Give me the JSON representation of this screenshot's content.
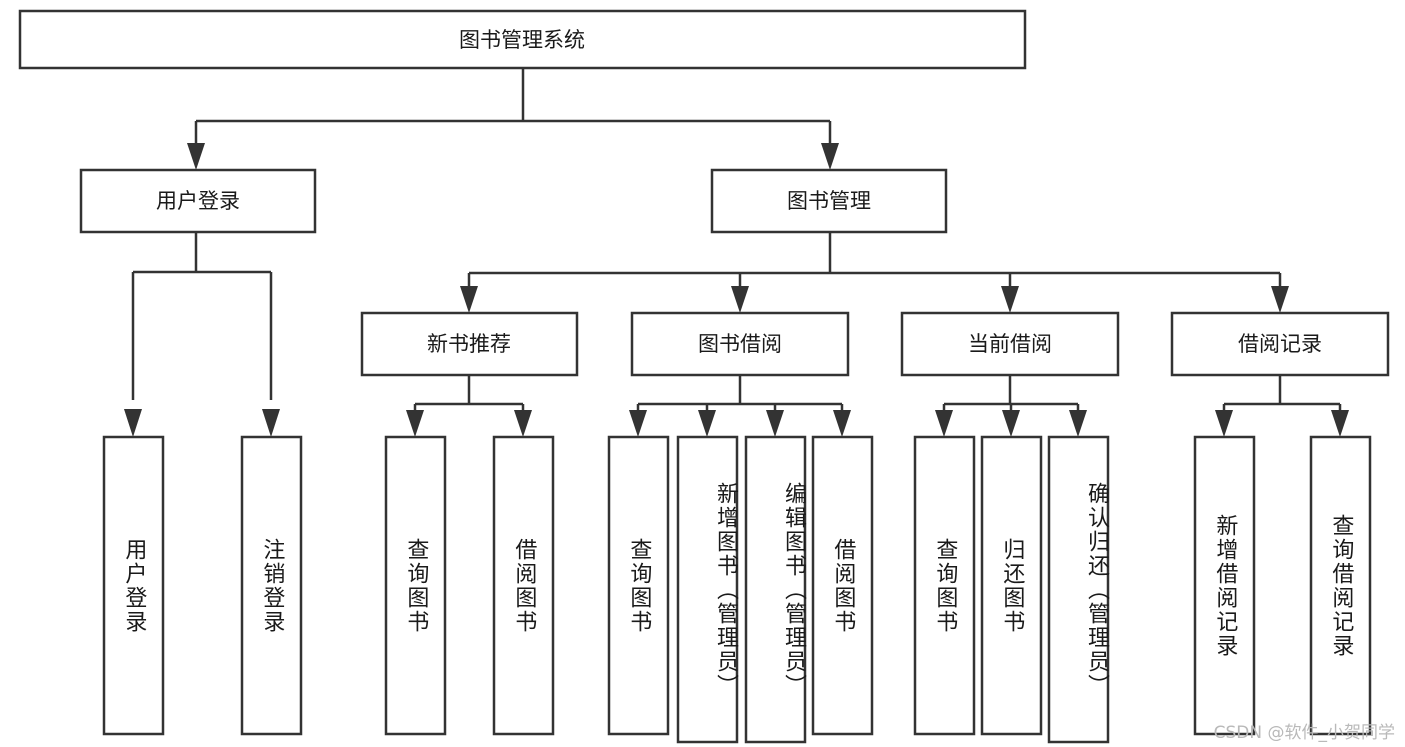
{
  "diagram": {
    "title": "图书管理系统",
    "type": "tree",
    "root": {
      "id": "root",
      "label": "图书管理系统",
      "orientation": "horizontal"
    },
    "level2": [
      {
        "id": "user-login",
        "label": "用户登录",
        "orientation": "horizontal"
      },
      {
        "id": "book-management",
        "label": "图书管理",
        "orientation": "horizontal"
      }
    ],
    "level3": [
      {
        "id": "new-book-recommend",
        "label": "新书推荐",
        "orientation": "horizontal",
        "parent": "book-management"
      },
      {
        "id": "book-borrow",
        "label": "图书借阅",
        "orientation": "horizontal",
        "parent": "book-management"
      },
      {
        "id": "current-borrow",
        "label": "当前借阅",
        "orientation": "horizontal",
        "parent": "book-management"
      },
      {
        "id": "borrow-record",
        "label": "借阅记录",
        "orientation": "horizontal",
        "parent": "book-management"
      }
    ],
    "leaves": [
      {
        "id": "leaf-user-login",
        "label": "用户登录",
        "orientation": "vertical",
        "parent": "user-login"
      },
      {
        "id": "leaf-logout-login",
        "label": "注销登录",
        "orientation": "vertical",
        "parent": "user-login"
      },
      {
        "id": "leaf-query-book-1",
        "label": "查询图书",
        "orientation": "vertical",
        "parent": "new-book-recommend"
      },
      {
        "id": "leaf-borrow-book-1",
        "label": "借阅图书",
        "orientation": "vertical",
        "parent": "new-book-recommend"
      },
      {
        "id": "leaf-query-book-2",
        "label": "查询图书",
        "orientation": "vertical",
        "parent": "book-borrow"
      },
      {
        "id": "leaf-add-book-admin",
        "label": "新增图书（管理员）",
        "orientation": "vertical",
        "parent": "book-borrow"
      },
      {
        "id": "leaf-edit-book-admin",
        "label": "编辑图书（管理员）",
        "orientation": "vertical",
        "parent": "book-borrow"
      },
      {
        "id": "leaf-borrow-book-2",
        "label": "借阅图书",
        "orientation": "vertical",
        "parent": "book-borrow"
      },
      {
        "id": "leaf-query-book-3",
        "label": "查询图书",
        "orientation": "vertical",
        "parent": "current-borrow"
      },
      {
        "id": "leaf-return-book",
        "label": "归还图书",
        "orientation": "vertical",
        "parent": "current-borrow"
      },
      {
        "id": "leaf-confirm-return-admin",
        "label": "确认归还（管理员）",
        "orientation": "vertical",
        "parent": "current-borrow"
      },
      {
        "id": "leaf-add-borrow-record",
        "label": "新增借阅记录",
        "orientation": "vertical",
        "parent": "borrow-record"
      },
      {
        "id": "leaf-query-borrow-record",
        "label": "查询借阅记录",
        "orientation": "vertical",
        "parent": "borrow-record"
      }
    ]
  },
  "watermark": {
    "text": "CSDN @软件_小贺同学"
  },
  "colors": {
    "stroke": "#333333",
    "box_fill": "#ffffff",
    "text": "#1a1a1a",
    "watermark": "#b9b9b9",
    "background": "#ffffff"
  }
}
